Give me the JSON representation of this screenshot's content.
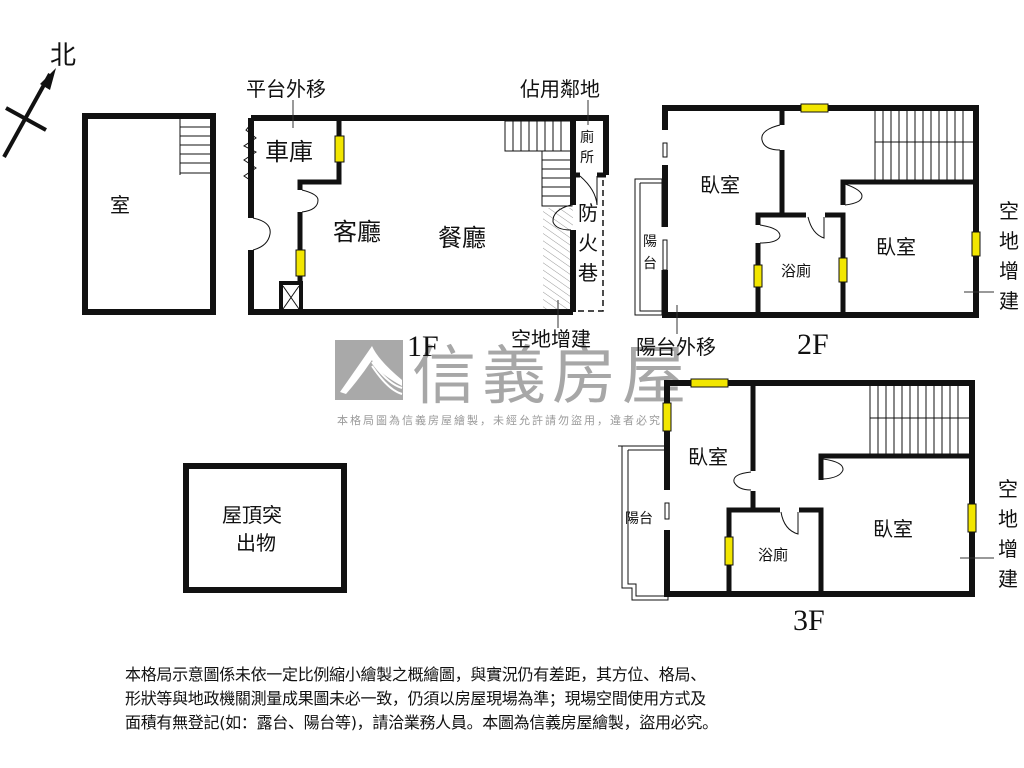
{
  "compass": {
    "label": "北"
  },
  "basement": {
    "room": "室"
  },
  "floor1": {
    "title": "1F",
    "callout_top_left": "平台外移",
    "callout_top_right": "佔用鄰地",
    "callout_bottom": "空地增建",
    "rooms": {
      "garage": "車庫",
      "living": "客廳",
      "dining": "餐廳",
      "toilet_1": "廁",
      "toilet_2": "所"
    },
    "fire_lane": [
      "防",
      "火",
      "巷"
    ]
  },
  "floor2": {
    "title": "2F",
    "callout_bottom": "陽台外移",
    "callout_right": [
      "空",
      "地",
      "增",
      "建"
    ],
    "rooms": {
      "bedroom_left": "臥室",
      "bedroom_right": "臥室",
      "bath": "浴廁",
      "balcony_1": "陽",
      "balcony_2": "台"
    }
  },
  "floor3": {
    "title": "3F",
    "callout_right": [
      "空",
      "地",
      "增",
      "建"
    ],
    "rooms": {
      "bedroom_left": "臥室",
      "bedroom_right": "臥室",
      "bath": "浴廁",
      "balcony": "陽台"
    }
  },
  "roof": {
    "line1": "屋頂突",
    "line2": "出物"
  },
  "watermark": {
    "brand": "信義房屋",
    "notice": "本格局圖為信義房屋繪製，未經允許請勿盜用，違者必究"
  },
  "disclaimer": [
    "本格局示意圖係未依一定比例縮小繪製之概繪圖，與實況仍有差距，其方位、格局、",
    "形狀等與地政機關測量成果圖未必一致，仍須以房屋現場為準；現場空間使用方式及",
    "面積有無登記(如：露台、陽台等)，請洽業務人員。本圖為信義房屋繪製，盜用必究。"
  ],
  "colors": {
    "wall": "#111111",
    "window": "#f2e600",
    "watermark": "#a7a7a7"
  }
}
